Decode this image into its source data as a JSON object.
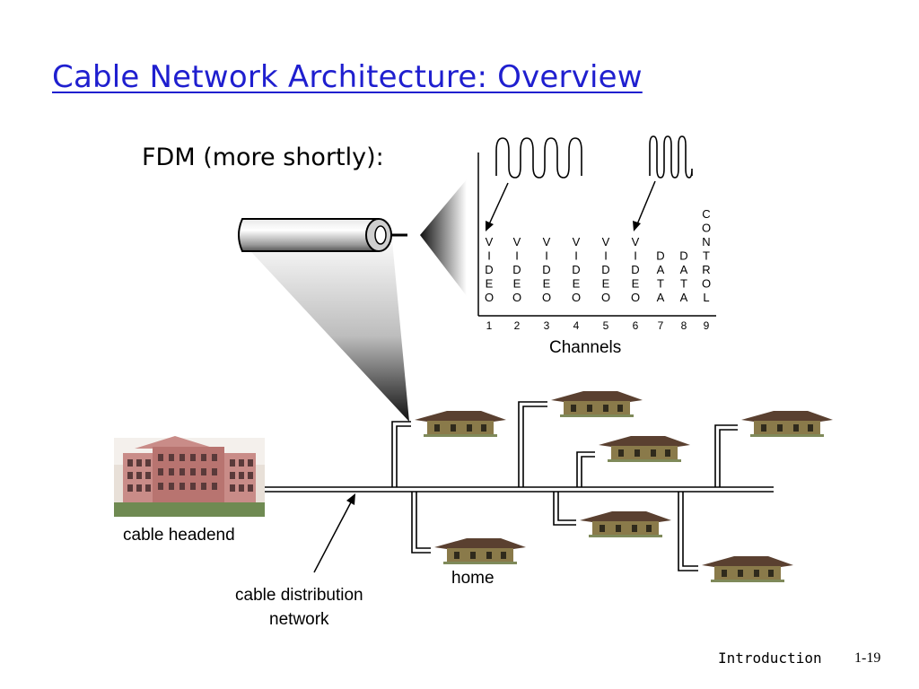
{
  "title": "Cable Network Architecture: Overview",
  "subtitle": "FDM (more shortly):",
  "channels": [
    {
      "num": "1",
      "label": "VIDEO"
    },
    {
      "num": "2",
      "label": "VIDEO"
    },
    {
      "num": "3",
      "label": "VIDEO"
    },
    {
      "num": "4",
      "label": "VIDEO"
    },
    {
      "num": "5",
      "label": "VIDEO"
    },
    {
      "num": "6",
      "label": "VIDEO"
    },
    {
      "num": "7",
      "label": "DATA"
    },
    {
      "num": "8",
      "label": "DATA"
    },
    {
      "num": "9",
      "label": "CONTROL"
    }
  ],
  "channels_label": "Channels",
  "labels": {
    "headend": "cable headend",
    "distribution": "cable distribution\nnetwork",
    "home": "home"
  },
  "footer": {
    "section": "Introduction",
    "page": "1-19"
  },
  "colors": {
    "title": "#1f1fcf",
    "house_wall": "#8a7a4a",
    "house_roof": "#5a4030"
  }
}
